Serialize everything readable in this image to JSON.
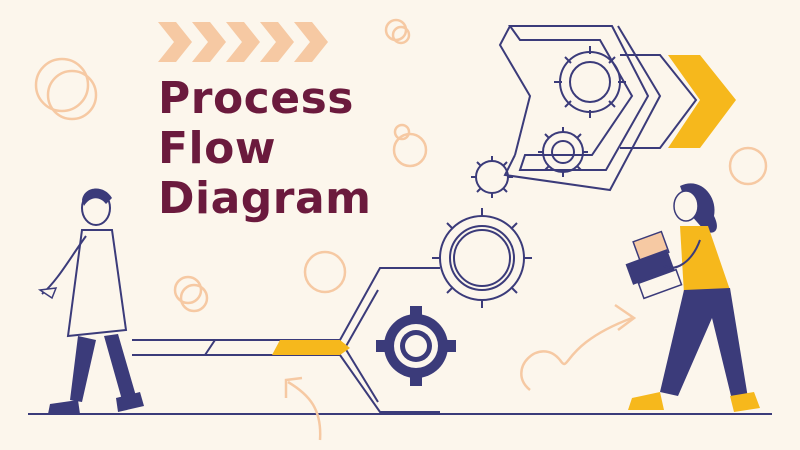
{
  "title": {
    "lines": [
      "Process",
      "Flow",
      "Diagram"
    ]
  },
  "colors": {
    "background": "#fcf6ec",
    "title": "#6b1a3d",
    "navy": "#3b3b7a",
    "yellow": "#f6b81c",
    "peach": "#f6c9a3"
  },
  "icons": [
    "chevron-arrows-icon",
    "gear-icon",
    "curved-arrow-icon",
    "person-walking-icon",
    "person-carrying-documents-icon"
  ]
}
